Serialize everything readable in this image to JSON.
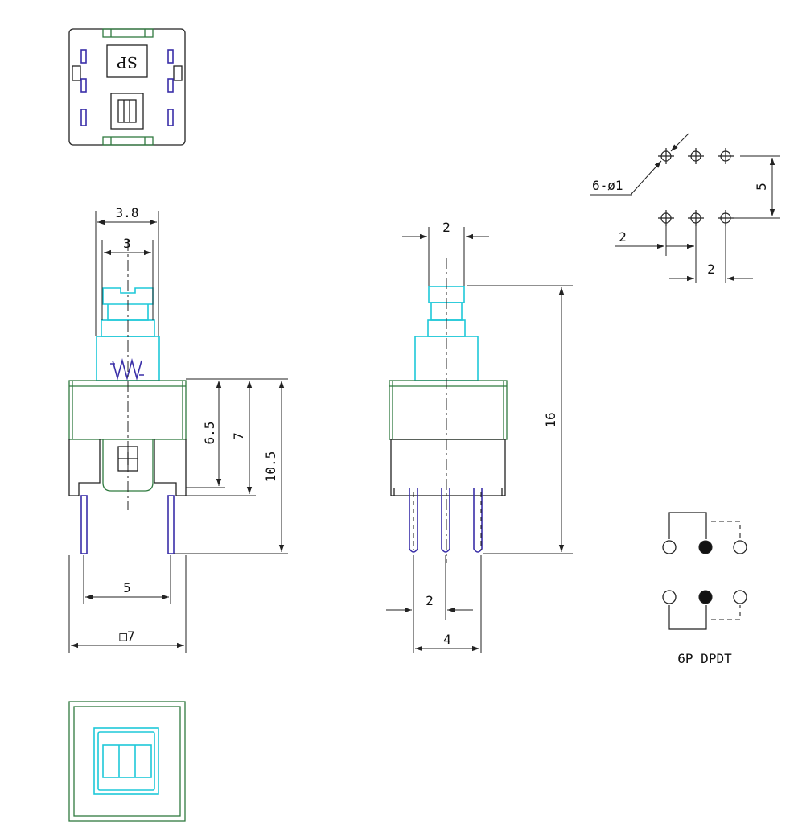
{
  "top_view": {
    "marking": "SP"
  },
  "front_view": {
    "dim_width_outer": "3.8",
    "dim_width_inner": "3",
    "dim_h_65": "6.5",
    "dim_h_7": "7",
    "dim_h_105": "10.5",
    "dim_pin_pitch": "5",
    "dim_body": "□7"
  },
  "side_view": {
    "dim_actuator": "2",
    "dim_height": "16",
    "dim_pin_pitch": "2",
    "dim_pin_span": "4"
  },
  "pcb_layout": {
    "hole_label": "6-ø1",
    "dim_row_spacing": "5",
    "dim_left": "2",
    "dim_pitch": "2"
  },
  "schematic": {
    "label": "6P DPDT"
  }
}
